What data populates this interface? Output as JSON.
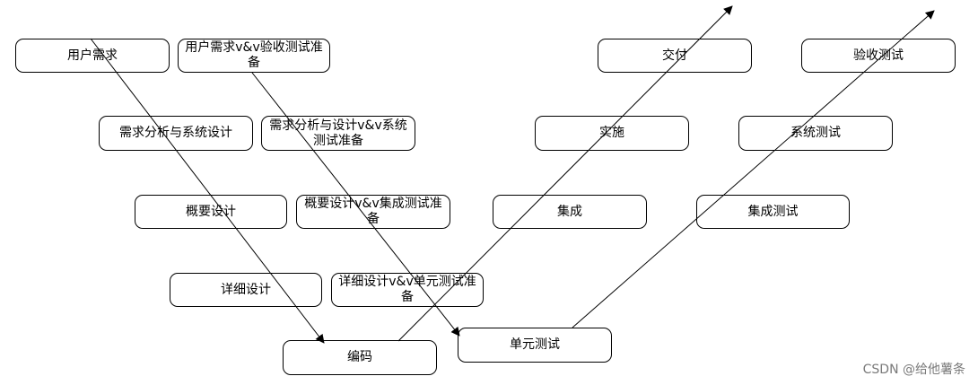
{
  "nodes": {
    "user_req": "用户需求",
    "user_req_prep": "用户需求v&v验收测试准备",
    "req_analysis": "需求分析与系统设计",
    "req_analysis_prep": "需求分析与设计v&v系统测试准备",
    "outline_design": "概要设计",
    "outline_design_prep": "概要设计v&v集成测试准备",
    "detail_design": "详细设计",
    "detail_design_prep": "详细设计v&v单元测试准备",
    "coding": "编码",
    "unit_test": "单元测试",
    "integration": "集成",
    "integration_test": "集成测试",
    "implementation": "实施",
    "system_test": "系统测试",
    "delivery": "交付",
    "acceptance_test": "验收测试"
  },
  "watermark": "CSDN @给他薯条"
}
